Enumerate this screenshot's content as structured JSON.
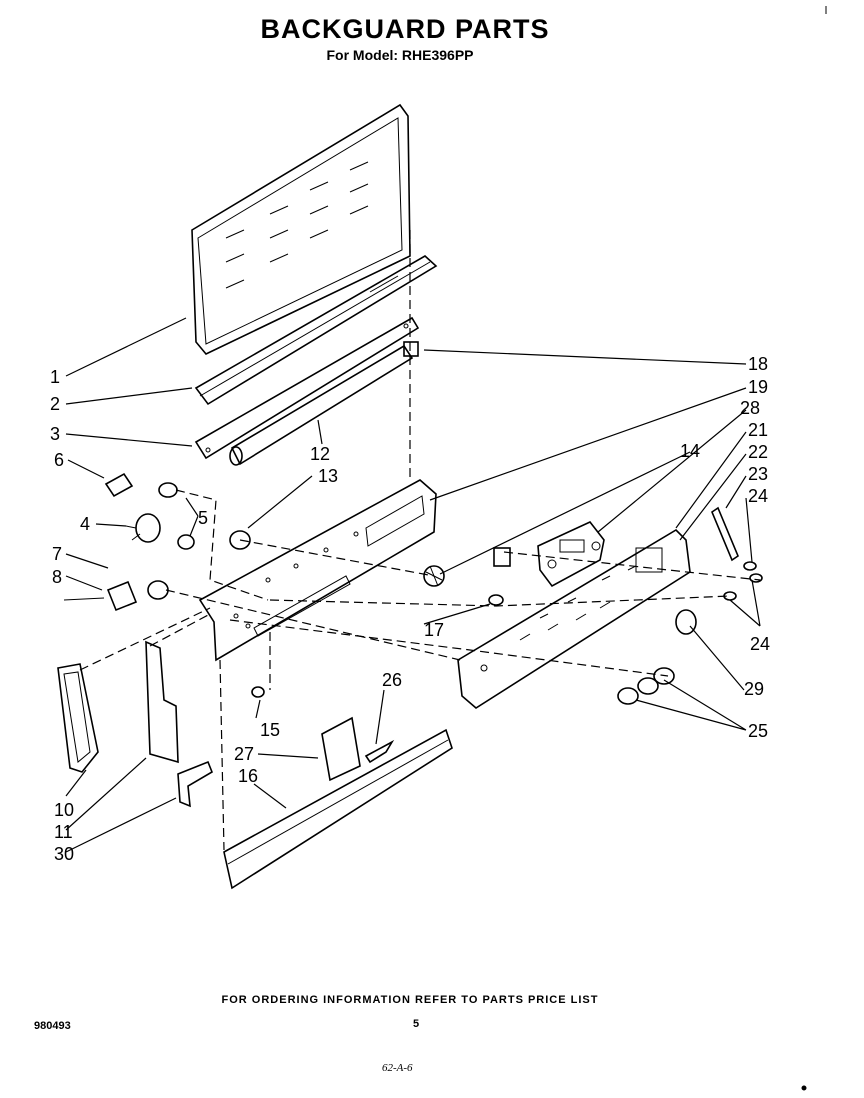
{
  "header": {
    "title": "BACKGUARD PARTS",
    "subtitle": "For Model: RHE396PP"
  },
  "footer": {
    "ordering_note": "FOR ORDERING INFORMATION REFER TO PARTS PRICE LIST",
    "document_number": "980493",
    "page_number": "5",
    "reference_code": "62-A-6"
  },
  "callouts": {
    "c1": "1",
    "c2": "2",
    "c3": "3",
    "c4": "4",
    "c5": "5",
    "c6": "6",
    "c7": "7",
    "c8": "8",
    "c10": "10",
    "c11": "11",
    "c12": "12",
    "c13": "13",
    "c14": "14",
    "c15": "15",
    "c16": "16",
    "c17": "17",
    "c18": "18",
    "c19": "19",
    "c21": "21",
    "c22": "22",
    "c23": "23",
    "c24a": "24",
    "c24b": "24",
    "c25": "25",
    "c26": "26",
    "c27": "27",
    "c28": "28",
    "c29": "29",
    "c30": "30"
  }
}
